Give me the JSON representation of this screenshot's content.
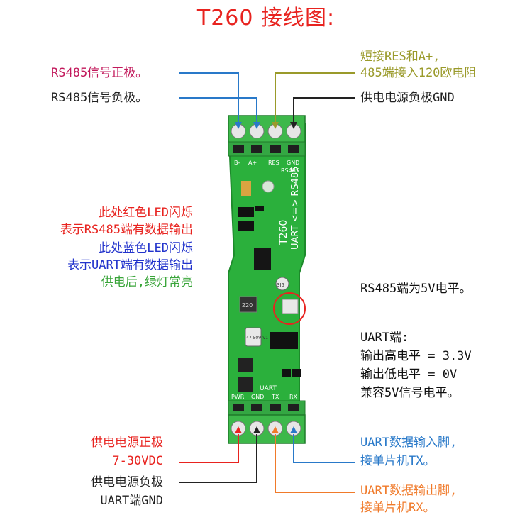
{
  "title": "T260 接线图:",
  "colors": {
    "pink": "#c2185b",
    "blue": "#2979c9",
    "olive": "#9a9a2a",
    "black": "#222222",
    "red": "#e8231f",
    "darkblue": "#2233cc",
    "green": "#3aa53a",
    "orange": "#f07a2a",
    "pcb": "#2bb03c"
  },
  "top_labels": {
    "rs485_pos": "RS485信号正极。",
    "rs485_neg": "RS485信号负极。",
    "res_line1": "短接RES和A+,",
    "res_line2": "485端接入120欧电阻",
    "gnd": "供电电源负极GND"
  },
  "led_notes": {
    "red1": "此处红色LED闪烁",
    "red2": "表示RS485端有数据输出",
    "blue1": "此处蓝色LED闪烁",
    "blue2": "表示UART端有数据输出",
    "green": "供电后,绿灯常亮"
  },
  "right_notes": {
    "rs485_level": "RS485端为5V电平。",
    "uart_head": "UART端:",
    "uart_high": "输出高电平 = 3.3V",
    "uart_low": "输出低电平 = 0V",
    "uart_compat": "兼容5V信号电平。"
  },
  "bottom_labels": {
    "pwr1": "供电电源正极",
    "pwr2": "7-30VDC",
    "gnd1": "供电电源负极",
    "gnd2": "UART端GND",
    "tx1": "UART数据输入脚,",
    "tx2": "接单片机TX。",
    "rx1": "UART数据输出脚,",
    "rx2": "接单片机RX。"
  },
  "board": {
    "model": "T260",
    "bridge": "UART <=> RS485",
    "top_pins": [
      "B-",
      "A+",
      "RES",
      "GND"
    ],
    "rs485_tag": "RS485",
    "uart_tag": "UART",
    "bottom_pins": [
      "PWR",
      "GND",
      "TX",
      "RX"
    ],
    "inductor": "220",
    "cap_label": "47 50V V1",
    "ic_label": "3I5"
  }
}
